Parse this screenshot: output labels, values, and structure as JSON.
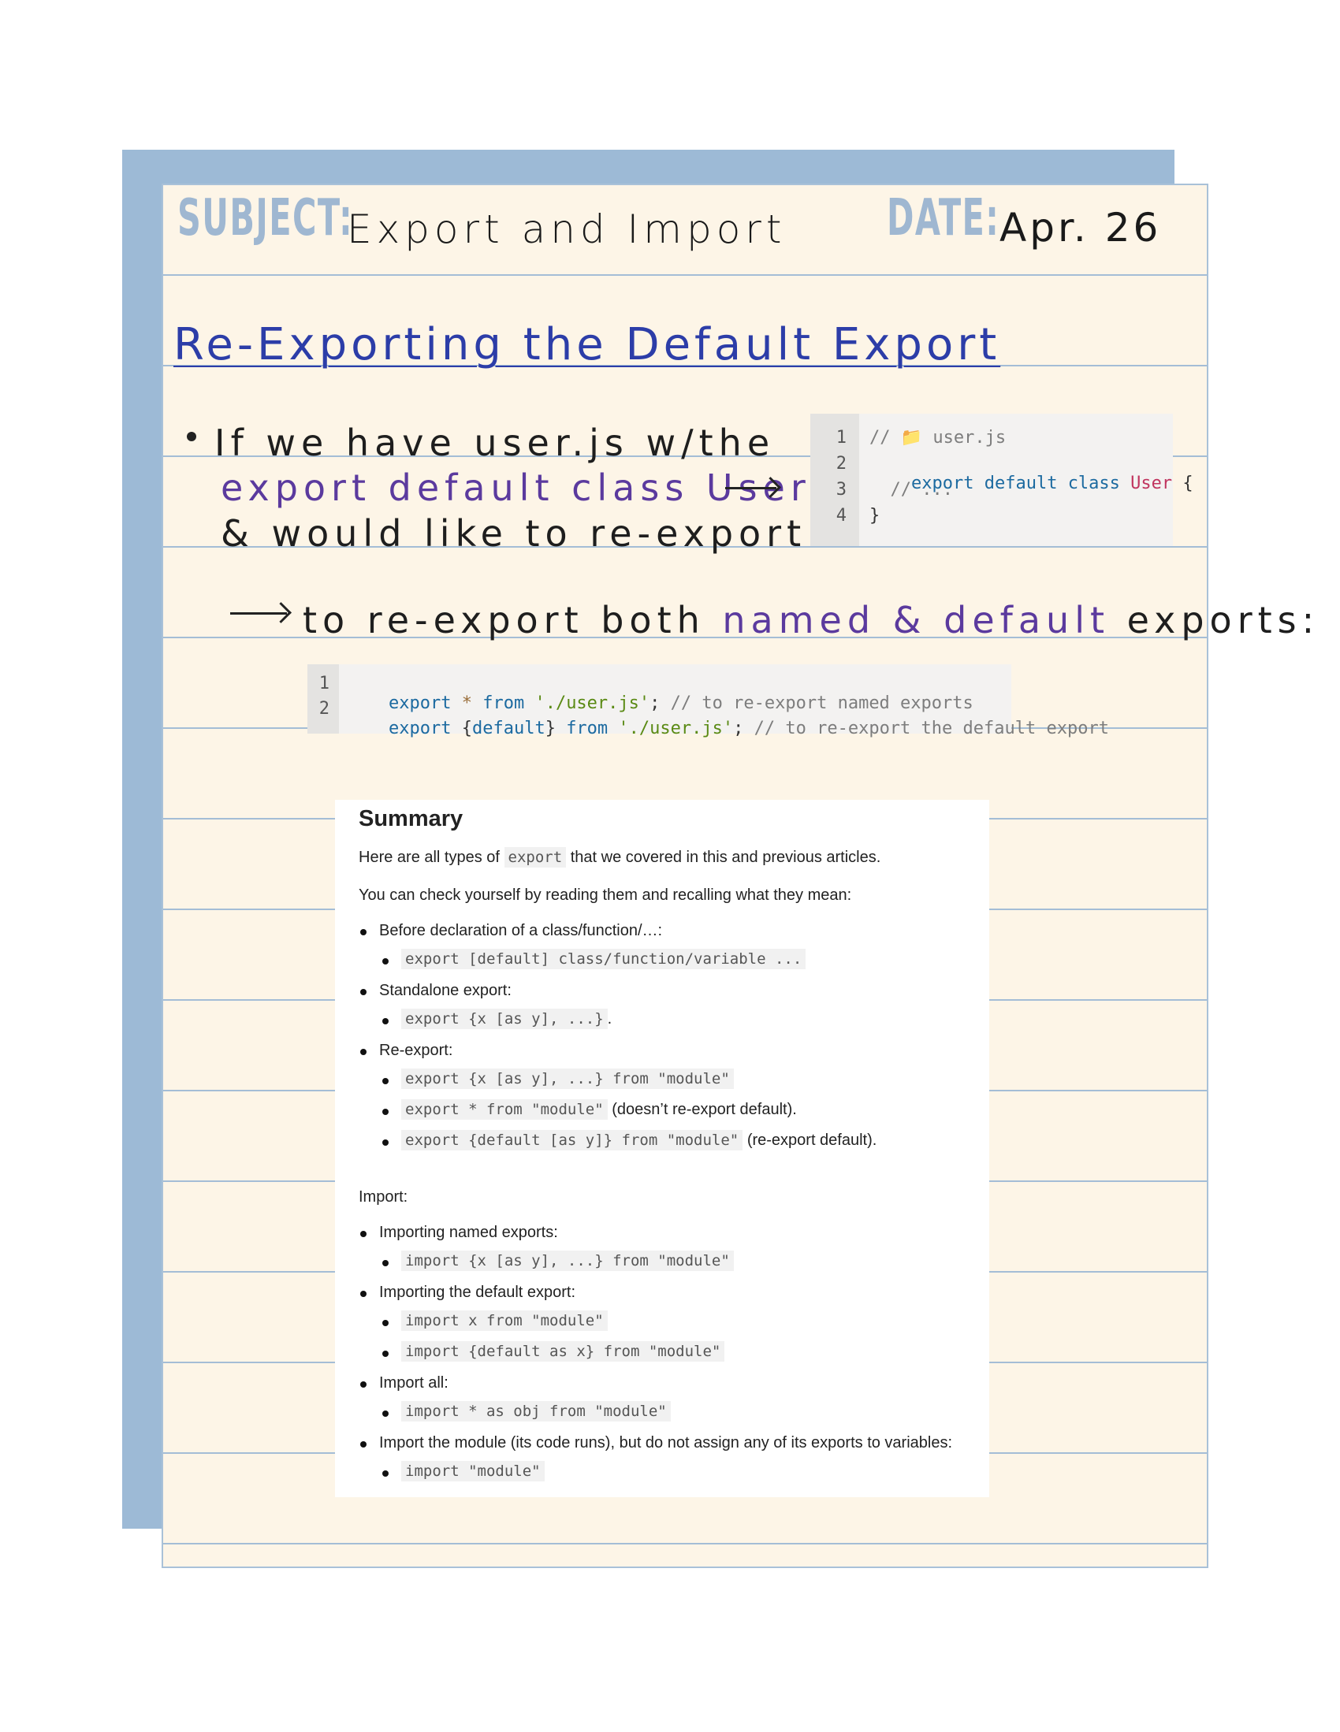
{
  "header": {
    "subject_label": "SUBJECT:",
    "subject": "Export and Import",
    "date_label": "DATE:",
    "date": "Apr. 26"
  },
  "title": "Re-Exporting the Default Export",
  "notes": {
    "line1": "If we have user.js w/the",
    "line2": "export default class User",
    "line3": "& would like to re-export it",
    "line4_a": "to re-export both",
    "line4_b": "named & default",
    "line4_c": "exports:"
  },
  "code1": {
    "line_numbers": [
      "1",
      "2",
      "3",
      "4"
    ],
    "lines": [
      {
        "comment": "// 📁 user.js"
      },
      {
        "kw1": "export",
        "kw2": "default",
        "kw3": "class",
        "cls": "User",
        "rest": "{"
      },
      {
        "comment": "  // ..."
      },
      {
        "rest": "}"
      }
    ]
  },
  "code2": {
    "line_numbers": [
      "1",
      "2"
    ],
    "line1": {
      "kw": "export",
      "op": "*",
      "kw2": "from",
      "str": "'./user.js'",
      "rest": ";",
      "comment": "// to re-export named exports"
    },
    "line2": {
      "kw": "export",
      "mid": "{",
      "kw_default": "default",
      "mid2": "}",
      "kw2": "from",
      "str": "'./user.js'",
      "rest": ";",
      "comment": "// to re-export the default export"
    }
  },
  "summary": {
    "heading": "Summary",
    "intro_a": "Here are all types of",
    "intro_code": "export",
    "intro_b": "that we covered in this and previous articles.",
    "intro2": "You can check yourself by reading them and recalling what they mean:",
    "items": [
      {
        "text": "Before declaration of a class/function/…:"
      },
      {
        "code": "export [default] class/function/variable ...",
        "tail": ""
      },
      {
        "text": "Standalone export:"
      },
      {
        "code": "export {x [as y], ...}",
        "tail": "."
      },
      {
        "text": "Re-export:"
      },
      {
        "code": "export {x [as y], ...} from \"module\"",
        "tail": ""
      },
      {
        "code": "export * from \"module\"",
        "tail": "(doesn’t re-export default)."
      },
      {
        "code": "export {default [as y]} from \"module\"",
        "tail": "(re-export default)."
      }
    ],
    "import_label": "Import:",
    "import_items": [
      {
        "text": "Importing named exports:"
      },
      {
        "code": "import {x [as y], ...} from \"module\""
      },
      {
        "text": "Importing the default export:"
      },
      {
        "code": "import x from \"module\""
      },
      {
        "code": "import {default as x} from \"module\""
      },
      {
        "text": "Import all:"
      },
      {
        "code": "import * as obj from \"module\""
      },
      {
        "text": "Import the module (its code runs), but do not assign any of its exports to variables:"
      },
      {
        "code": "import \"module\""
      }
    ]
  }
}
